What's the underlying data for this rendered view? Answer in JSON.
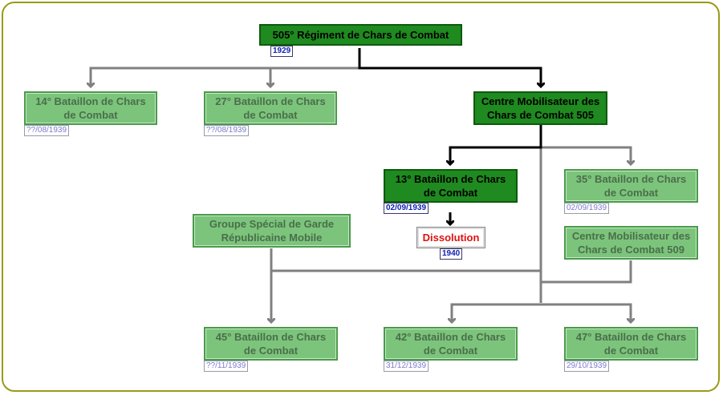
{
  "nodes": {
    "regiment_505": {
      "label": "505° Régiment de Chars de Combat",
      "date": "1929"
    },
    "bcc_14": {
      "label": "14° Bataillon de Chars de Combat",
      "date": "??/08/1939"
    },
    "bcc_27": {
      "label": "27° Bataillon de Chars de Combat",
      "date": "??/08/1939"
    },
    "cm_505": {
      "label": "Centre Mobilisateur des Chars de Combat 505"
    },
    "bcc_13": {
      "label": "13° Bataillon de Chars de Combat",
      "date": "02/09/1939"
    },
    "bcc_35": {
      "label": "35° Bataillon de Chars de Combat",
      "date": "02/09/1939"
    },
    "dissolution": {
      "label": "Dissolution",
      "date": "1940"
    },
    "gsgrm": {
      "label": "Groupe Spécial de Garde Républicaine Mobile"
    },
    "cm_509": {
      "label": "Centre Mobilisateur des Chars de Combat 509"
    },
    "bcc_45": {
      "label": "45° Bataillon de Chars de Combat",
      "date": "??/11/1939"
    },
    "bcc_42": {
      "label": "42° Bataillon de Chars de Combat",
      "date": "31/12/1939"
    },
    "bcc_47": {
      "label": "47° Bataillon de Chars de Combat",
      "date": "29/10/1939"
    }
  },
  "colors": {
    "active_fill": "#1f8a1f",
    "inactive_fill": "#7cc47c",
    "active_line": "#000000",
    "inactive_line": "#808080",
    "dissolution_text": "#e01010",
    "frame": "#9a9a1a"
  }
}
